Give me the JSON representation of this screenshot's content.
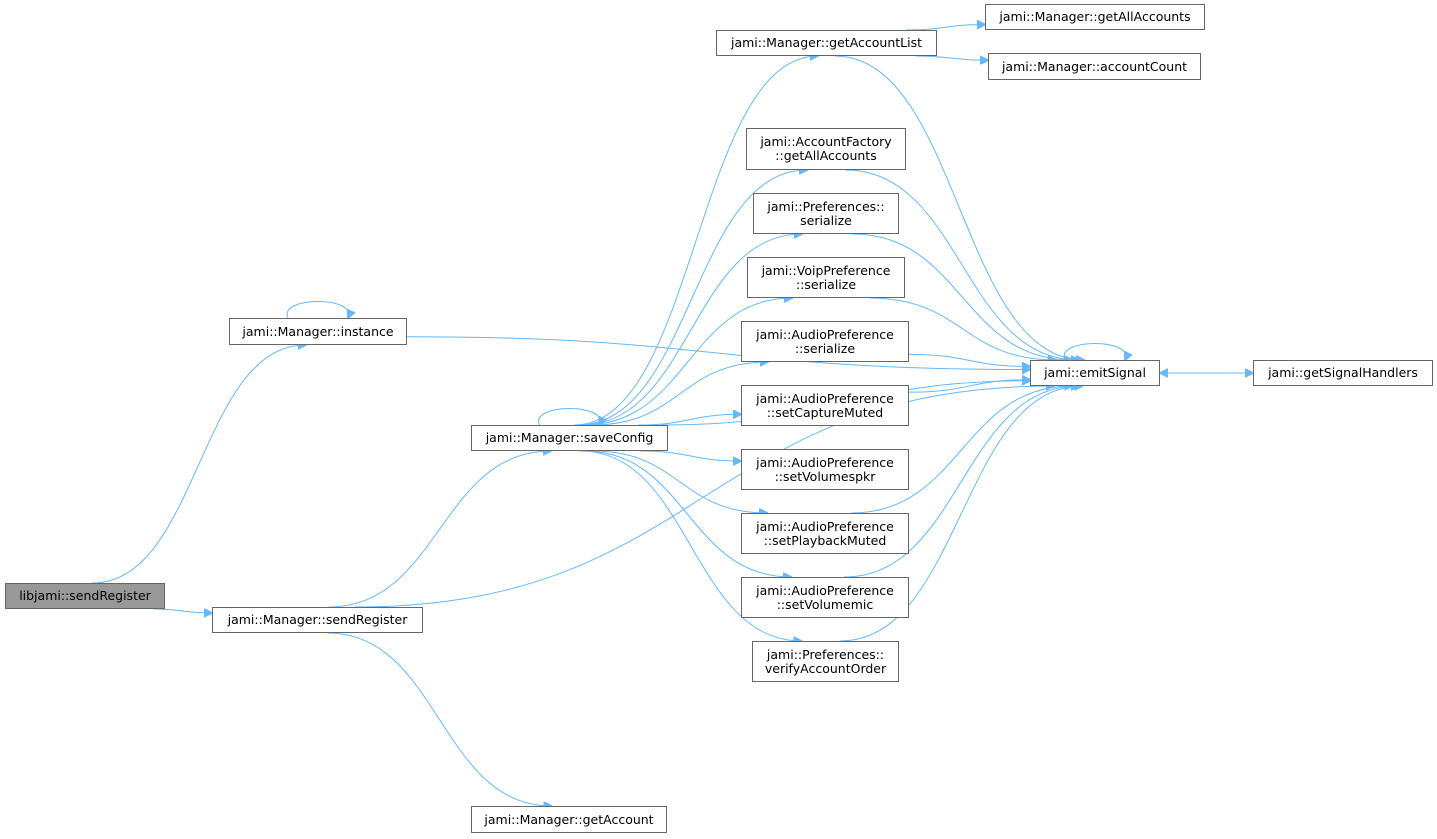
{
  "colors": {
    "edge": "#63b8ff",
    "node_border": "#666666",
    "root_fill": "#999999",
    "node_fill": "#ffffff"
  },
  "nodes": {
    "sendRegisterLib": {
      "lines": [
        "libjami::sendRegister"
      ]
    },
    "instance": {
      "lines": [
        "jami::Manager::instance"
      ]
    },
    "sendRegister": {
      "lines": [
        "jami::Manager::sendRegister"
      ]
    },
    "saveConfig": {
      "lines": [
        "jami::Manager::saveConfig"
      ]
    },
    "getAccount": {
      "lines": [
        "jami::Manager::getAccount"
      ]
    },
    "getAccountList": {
      "lines": [
        "jami::Manager::getAccountList"
      ]
    },
    "getAllAccountsMgr": {
      "lines": [
        "jami::Manager::getAllAccounts"
      ]
    },
    "accountCount": {
      "lines": [
        "jami::Manager::accountCount"
      ]
    },
    "afGetAllAccounts": {
      "lines": [
        "jami::AccountFactory",
        "::getAllAccounts"
      ]
    },
    "prefSerialize": {
      "lines": [
        "jami::Preferences::",
        "serialize"
      ]
    },
    "voipSerialize": {
      "lines": [
        "jami::VoipPreference",
        "::serialize"
      ]
    },
    "audioSerialize": {
      "lines": [
        "jami::AudioPreference",
        "::serialize"
      ]
    },
    "setCaptureMuted": {
      "lines": [
        "jami::AudioPreference",
        "::setCaptureMuted"
      ]
    },
    "setVolumespkr": {
      "lines": [
        "jami::AudioPreference",
        "::setVolumespkr"
      ]
    },
    "setPlaybackMuted": {
      "lines": [
        "jami::AudioPreference",
        "::setPlaybackMuted"
      ]
    },
    "setVolumemic": {
      "lines": [
        "jami::AudioPreference",
        "::setVolumemic"
      ]
    },
    "verifyAccountOrder": {
      "lines": [
        "jami::Preferences::",
        "verifyAccountOrder"
      ]
    },
    "emitSignal": {
      "lines": [
        "jami::emitSignal"
      ]
    },
    "getSignalHandlers": {
      "lines": [
        "jami::getSignalHandlers"
      ]
    }
  },
  "edges": [
    [
      "sendRegisterLib",
      "instance"
    ],
    [
      "sendRegisterLib",
      "sendRegister"
    ],
    [
      "instance",
      "instance"
    ],
    [
      "instance",
      "emitSignal"
    ],
    [
      "sendRegister",
      "saveConfig"
    ],
    [
      "sendRegister",
      "getAccount"
    ],
    [
      "sendRegister",
      "emitSignal"
    ],
    [
      "saveConfig",
      "saveConfig"
    ],
    [
      "saveConfig",
      "getAccountList"
    ],
    [
      "saveConfig",
      "afGetAllAccounts"
    ],
    [
      "saveConfig",
      "prefSerialize"
    ],
    [
      "saveConfig",
      "voipSerialize"
    ],
    [
      "saveConfig",
      "audioSerialize"
    ],
    [
      "saveConfig",
      "setCaptureMuted"
    ],
    [
      "saveConfig",
      "setVolumespkr"
    ],
    [
      "saveConfig",
      "setPlaybackMuted"
    ],
    [
      "saveConfig",
      "setVolumemic"
    ],
    [
      "saveConfig",
      "verifyAccountOrder"
    ],
    [
      "saveConfig",
      "emitSignal"
    ],
    [
      "getAccountList",
      "getAllAccountsMgr"
    ],
    [
      "getAccountList",
      "accountCount"
    ],
    [
      "getAccountList",
      "emitSignal"
    ],
    [
      "afGetAllAccounts",
      "emitSignal"
    ],
    [
      "prefSerialize",
      "emitSignal"
    ],
    [
      "voipSerialize",
      "emitSignal"
    ],
    [
      "audioSerialize",
      "emitSignal"
    ],
    [
      "setCaptureMuted",
      "emitSignal"
    ],
    [
      "setPlaybackMuted",
      "emitSignal"
    ],
    [
      "setVolumemic",
      "emitSignal"
    ],
    [
      "verifyAccountOrder",
      "emitSignal"
    ],
    [
      "emitSignal",
      "emitSignal"
    ],
    [
      "emitSignal",
      "getSignalHandlers"
    ],
    [
      "getSignalHandlers",
      "emitSignal"
    ]
  ]
}
